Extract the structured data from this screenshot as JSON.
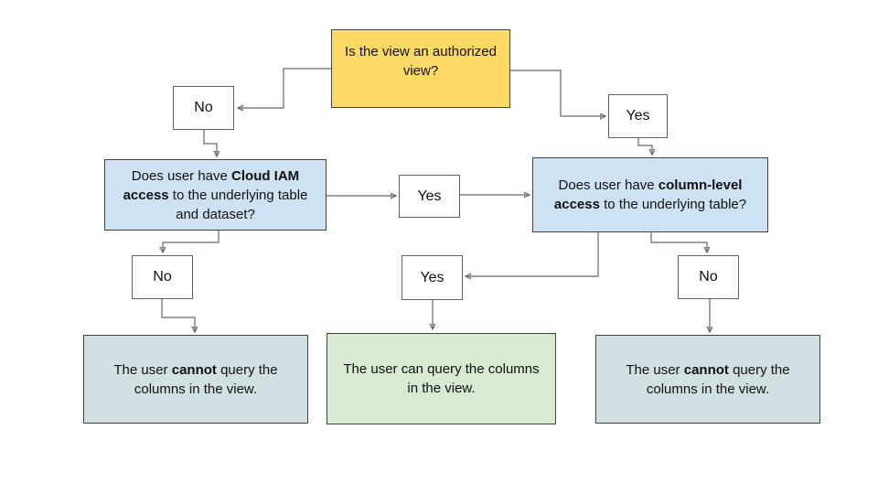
{
  "colors": {
    "start_fill": "#FFD966",
    "question_fill": "#CFE2F3",
    "result_negative_fill": "#D0E0E3",
    "result_positive_fill": "#D9EAD3",
    "box_border": "#434343",
    "connector": "#666666"
  },
  "flowchart": {
    "root": {
      "text": "Is the view an authorized view?"
    },
    "edge_labels": {
      "no_left": "No",
      "yes_right": "Yes",
      "yes_mid": "Yes",
      "no_lower_left": "No",
      "yes_lower_center": "Yes",
      "no_lower_right": "No"
    },
    "question_iam": {
      "pre": "Does user have ",
      "bold": "Cloud IAM access",
      "post": " to the underlying table and dataset?"
    },
    "question_column": {
      "pre": "Does user have ",
      "bold": "column-level access",
      "post": " to the underlying table?"
    },
    "result_left": {
      "pre": "The user ",
      "bold": "cannot",
      "post": " query the columns in the view."
    },
    "result_center": {
      "text": "The user can query the columns in the view."
    },
    "result_right": {
      "pre": "The user ",
      "bold": "cannot",
      "post": " query the columns in the view."
    }
  }
}
